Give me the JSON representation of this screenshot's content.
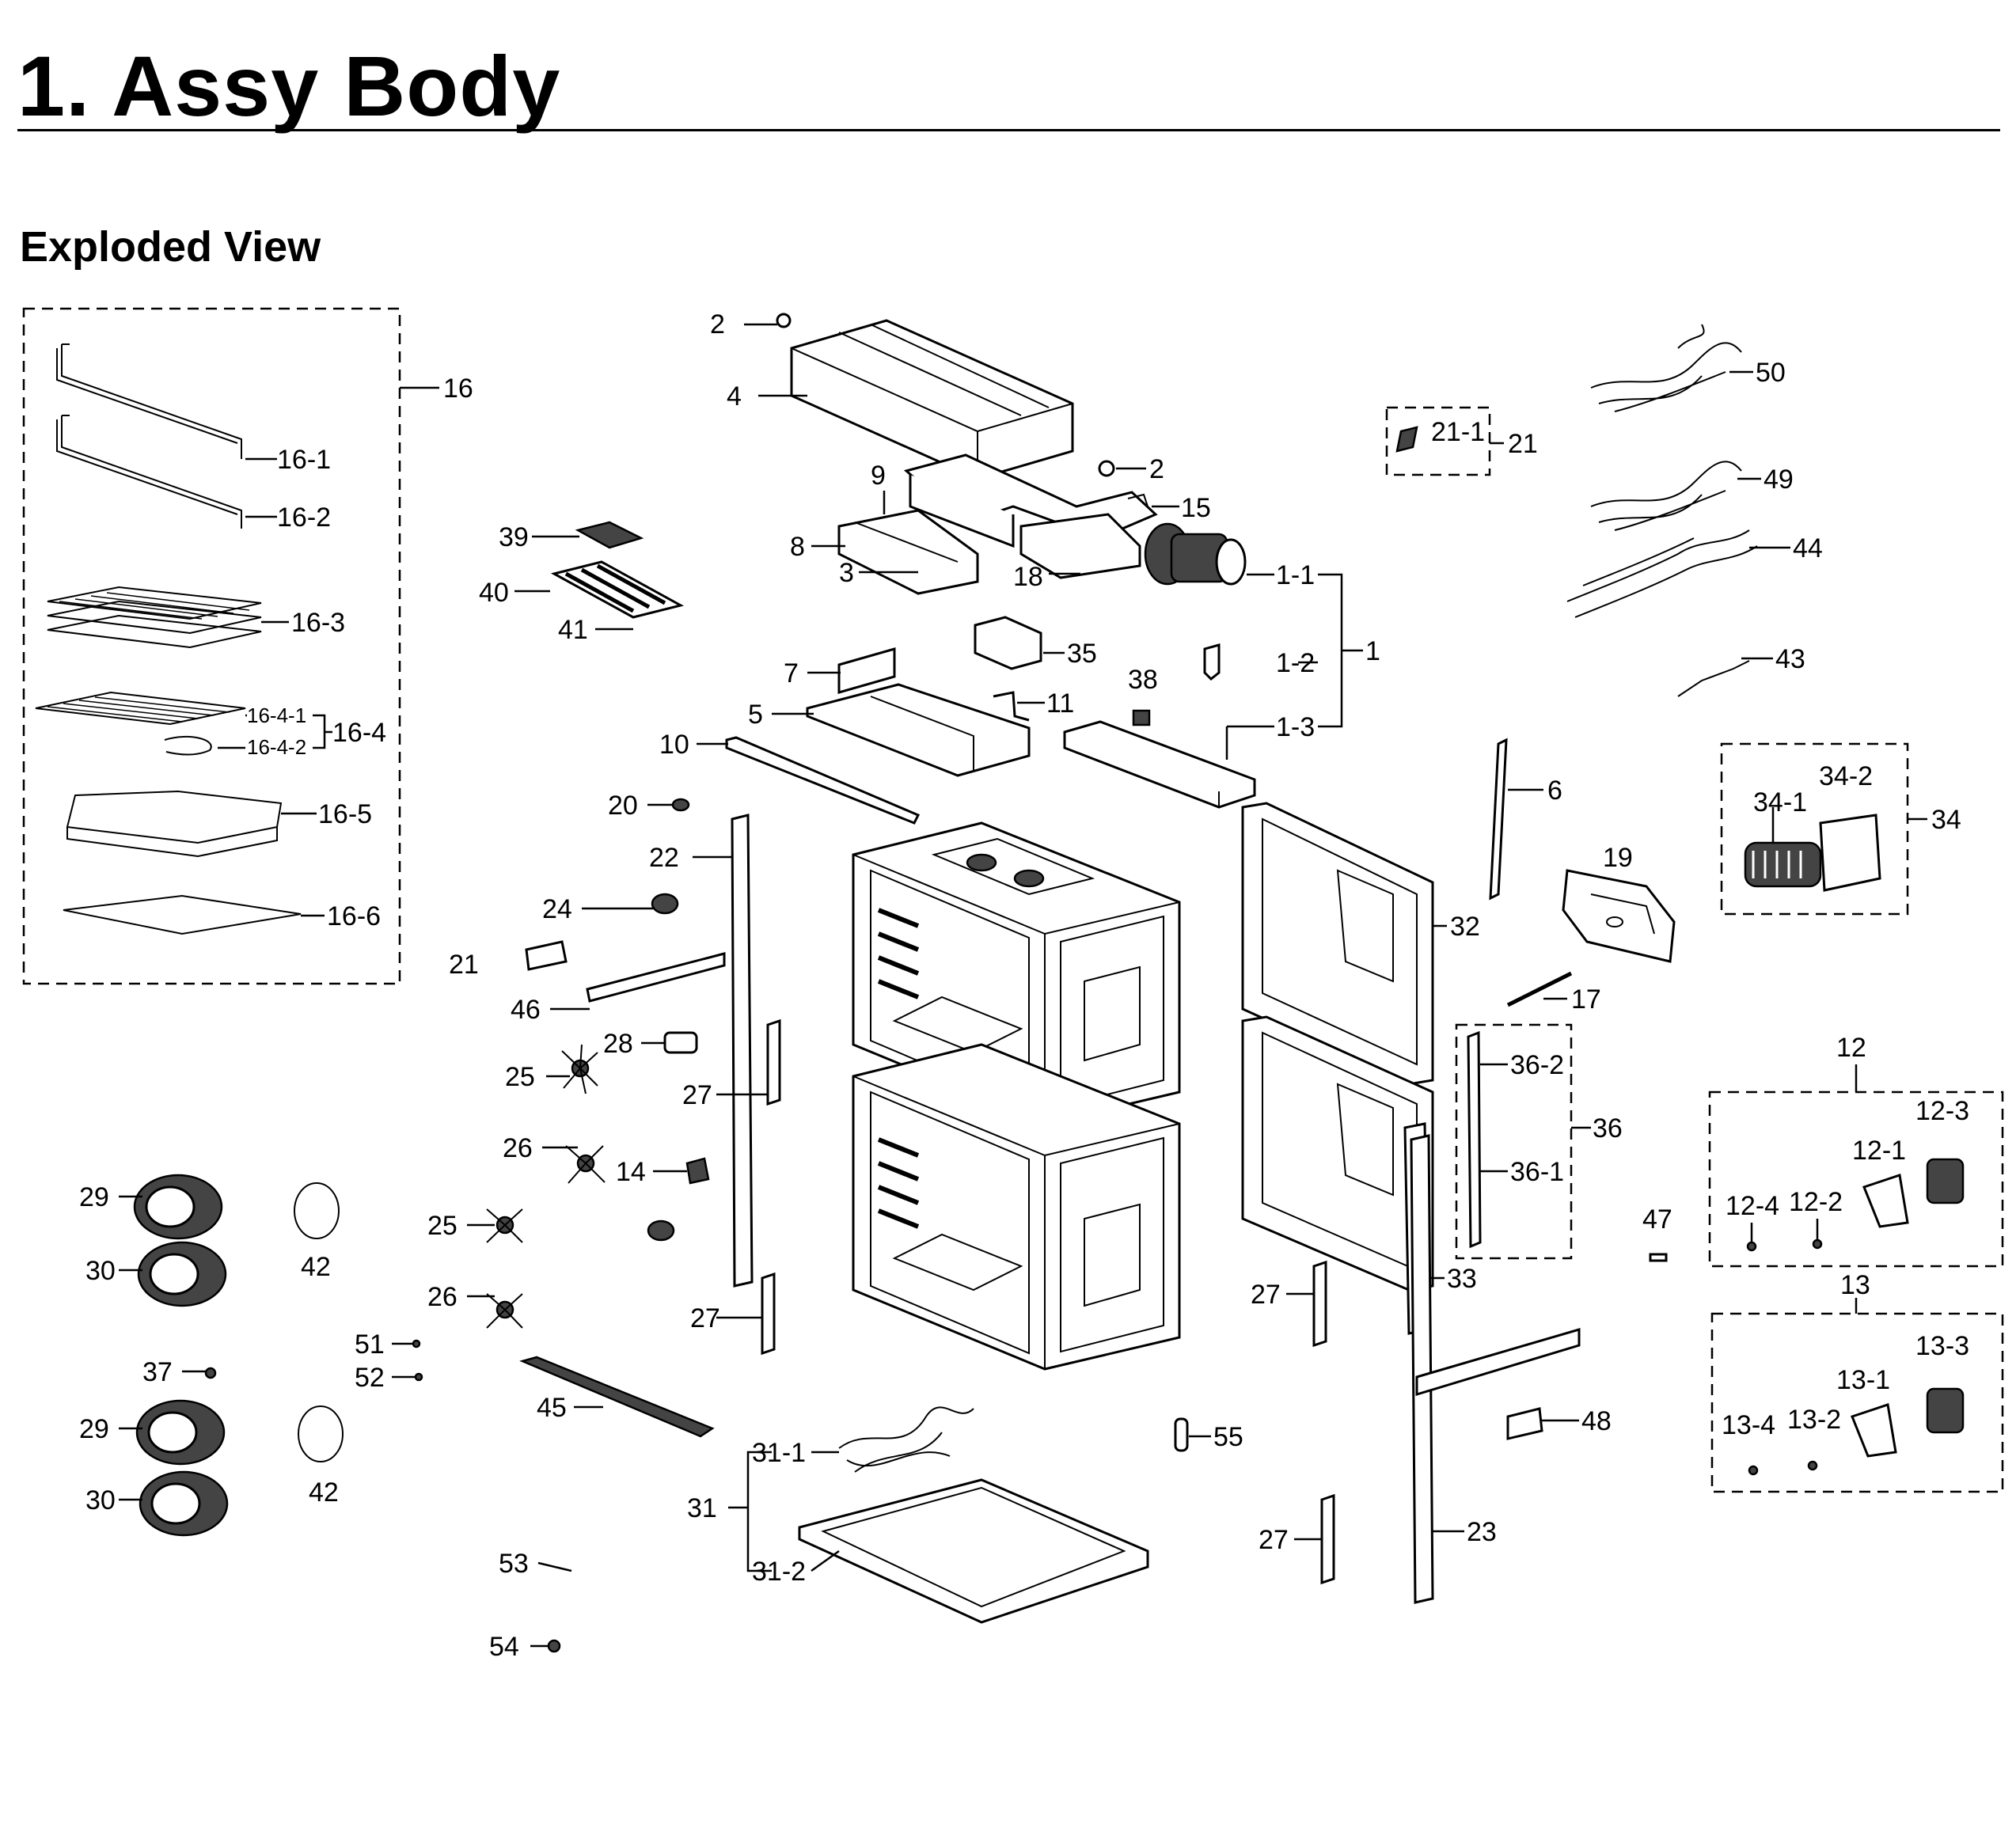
{
  "page": {
    "title": "1.  Assy Body",
    "subtitle": "Exploded View"
  },
  "callouts": {
    "c16": "16",
    "c16_1": "16-1",
    "c16_2": "16-2",
    "c16_3": "16-3",
    "c16_4": "16-4",
    "c16_4_1": "16-4-1",
    "c16_4_2": "16-4-2",
    "c16_5": "16-5",
    "c16_6": "16-6",
    "c2a": "2",
    "c2b": "2",
    "c4": "4",
    "c9": "9",
    "c8": "8",
    "c3": "3",
    "c15": "15",
    "c18": "18",
    "c1_1": "1-1",
    "c1_2": "1-2",
    "c1_3": "1-3",
    "c1": "1",
    "c39": "39",
    "c40": "40",
    "c41": "41",
    "c35": "35",
    "c7": "7",
    "c5": "5",
    "c11": "11",
    "c38": "38",
    "c10": "10",
    "c20": "20",
    "c22": "22",
    "c24": "24",
    "c21a": "21",
    "c21_1": "21-1",
    "c21b": "21",
    "c46": "46",
    "c28": "28",
    "c25a": "25",
    "c27a": "27",
    "c26a": "26",
    "c14": "14",
    "c25b": "25",
    "c26b": "26",
    "c27b": "27",
    "c29a": "29",
    "c30a": "30",
    "c42a": "42",
    "c37": "37",
    "c51": "51",
    "c52": "52",
    "c29b": "29",
    "c30b": "30",
    "c42b": "42",
    "c45": "45",
    "c31_1": "31-1",
    "c31": "31",
    "c31_2": "31-2",
    "c53": "53",
    "c54": "54",
    "c50": "50",
    "c49": "49",
    "c44": "44",
    "c43": "43",
    "c6": "6",
    "c34_2": "34-2",
    "c34_1": "34-1",
    "c34": "34",
    "c19": "19",
    "c32": "32",
    "c17": "17",
    "c36_2": "36-2",
    "c36": "36",
    "c36_1": "36-1",
    "c12": "12",
    "c12_3": "12-3",
    "c12_1": "12-1",
    "c12_4": "12-4",
    "c12_2": "12-2",
    "c47": "47",
    "c33": "33",
    "c13": "13",
    "c13_3": "13-3",
    "c13_1": "13-1",
    "c13_4": "13-4",
    "c13_2": "13-2",
    "c27c": "27",
    "c48": "48",
    "c55": "55",
    "c27d": "27",
    "c23": "23"
  }
}
